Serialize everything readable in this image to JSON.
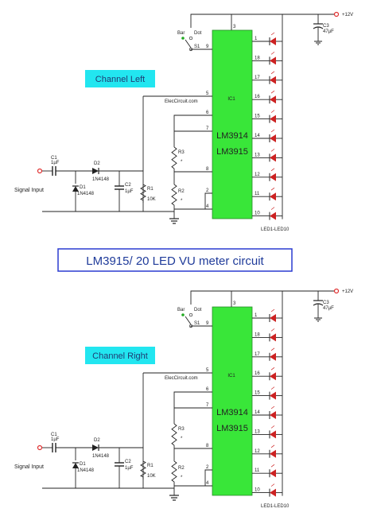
{
  "title": "LM3915/ 20 LED VU meter circuit",
  "colors": {
    "ic_fill": "#39e639",
    "channel_box": "#22e6f0",
    "title_border": "#2a3bd0",
    "led": "#cc2222",
    "terminal": "#e03030",
    "wire": "#222222"
  },
  "circuits": [
    {
      "channel_label": "Channel Left",
      "website": "ElecCircuit.com",
      "ic_ref": "IC1",
      "ic_name1": "LM3914",
      "ic_name2": "LM3915",
      "supply": "+12V",
      "c3_ref": "C3",
      "c3_val": "47µF",
      "switch_bar": "Bar",
      "switch_dot": "Dot",
      "switch_ref": "S1",
      "r3": "R3",
      "r2": "R2",
      "r3_val": "*",
      "r2_val": "*",
      "c1_ref": "C1",
      "c1_val": "1µF",
      "d1_ref": "D1",
      "d1_val": "1N4148",
      "d2_ref": "D2",
      "d2_val": "1N4148",
      "c2_ref": "C2",
      "c2_val": "1µF",
      "r1_ref": "R1",
      "r1_val": "10K",
      "input": "Signal Input",
      "led_caption": "LED1-LED10",
      "pins_left": [
        "9",
        "5",
        "6",
        "7",
        "8",
        "2",
        "4"
      ],
      "pins_top": "3",
      "pins_right": [
        "1",
        "18",
        "17",
        "16",
        "15",
        "14",
        "13",
        "12",
        "11",
        "10"
      ]
    },
    {
      "channel_label": "Channel Right",
      "website": "ElecCircuit.com",
      "ic_ref": "IC1",
      "ic_name1": "LM3914",
      "ic_name2": "LM3915",
      "supply": "+12V",
      "c3_ref": "C3",
      "c3_val": "47µF",
      "switch_bar": "Bar",
      "switch_dot": "Dot",
      "switch_ref": "S1",
      "r3": "R3",
      "r2": "R2",
      "r3_val": "*",
      "r2_val": "*",
      "c1_ref": "C1",
      "c1_val": "1µF",
      "d1_ref": "D1",
      "d1_val": "1N4148",
      "d2_ref": "D2",
      "d2_val": "1N4148",
      "c2_ref": "C2",
      "c2_val": "1µF",
      "r1_ref": "R1",
      "r1_val": "10K",
      "input": "Signal Input",
      "led_caption": "LED1-LED10",
      "pins_left": [
        "9",
        "5",
        "6",
        "7",
        "8",
        "2",
        "4"
      ],
      "pins_top": "3",
      "pins_right": [
        "1",
        "18",
        "17",
        "16",
        "15",
        "14",
        "13",
        "12",
        "11",
        "10"
      ]
    }
  ]
}
